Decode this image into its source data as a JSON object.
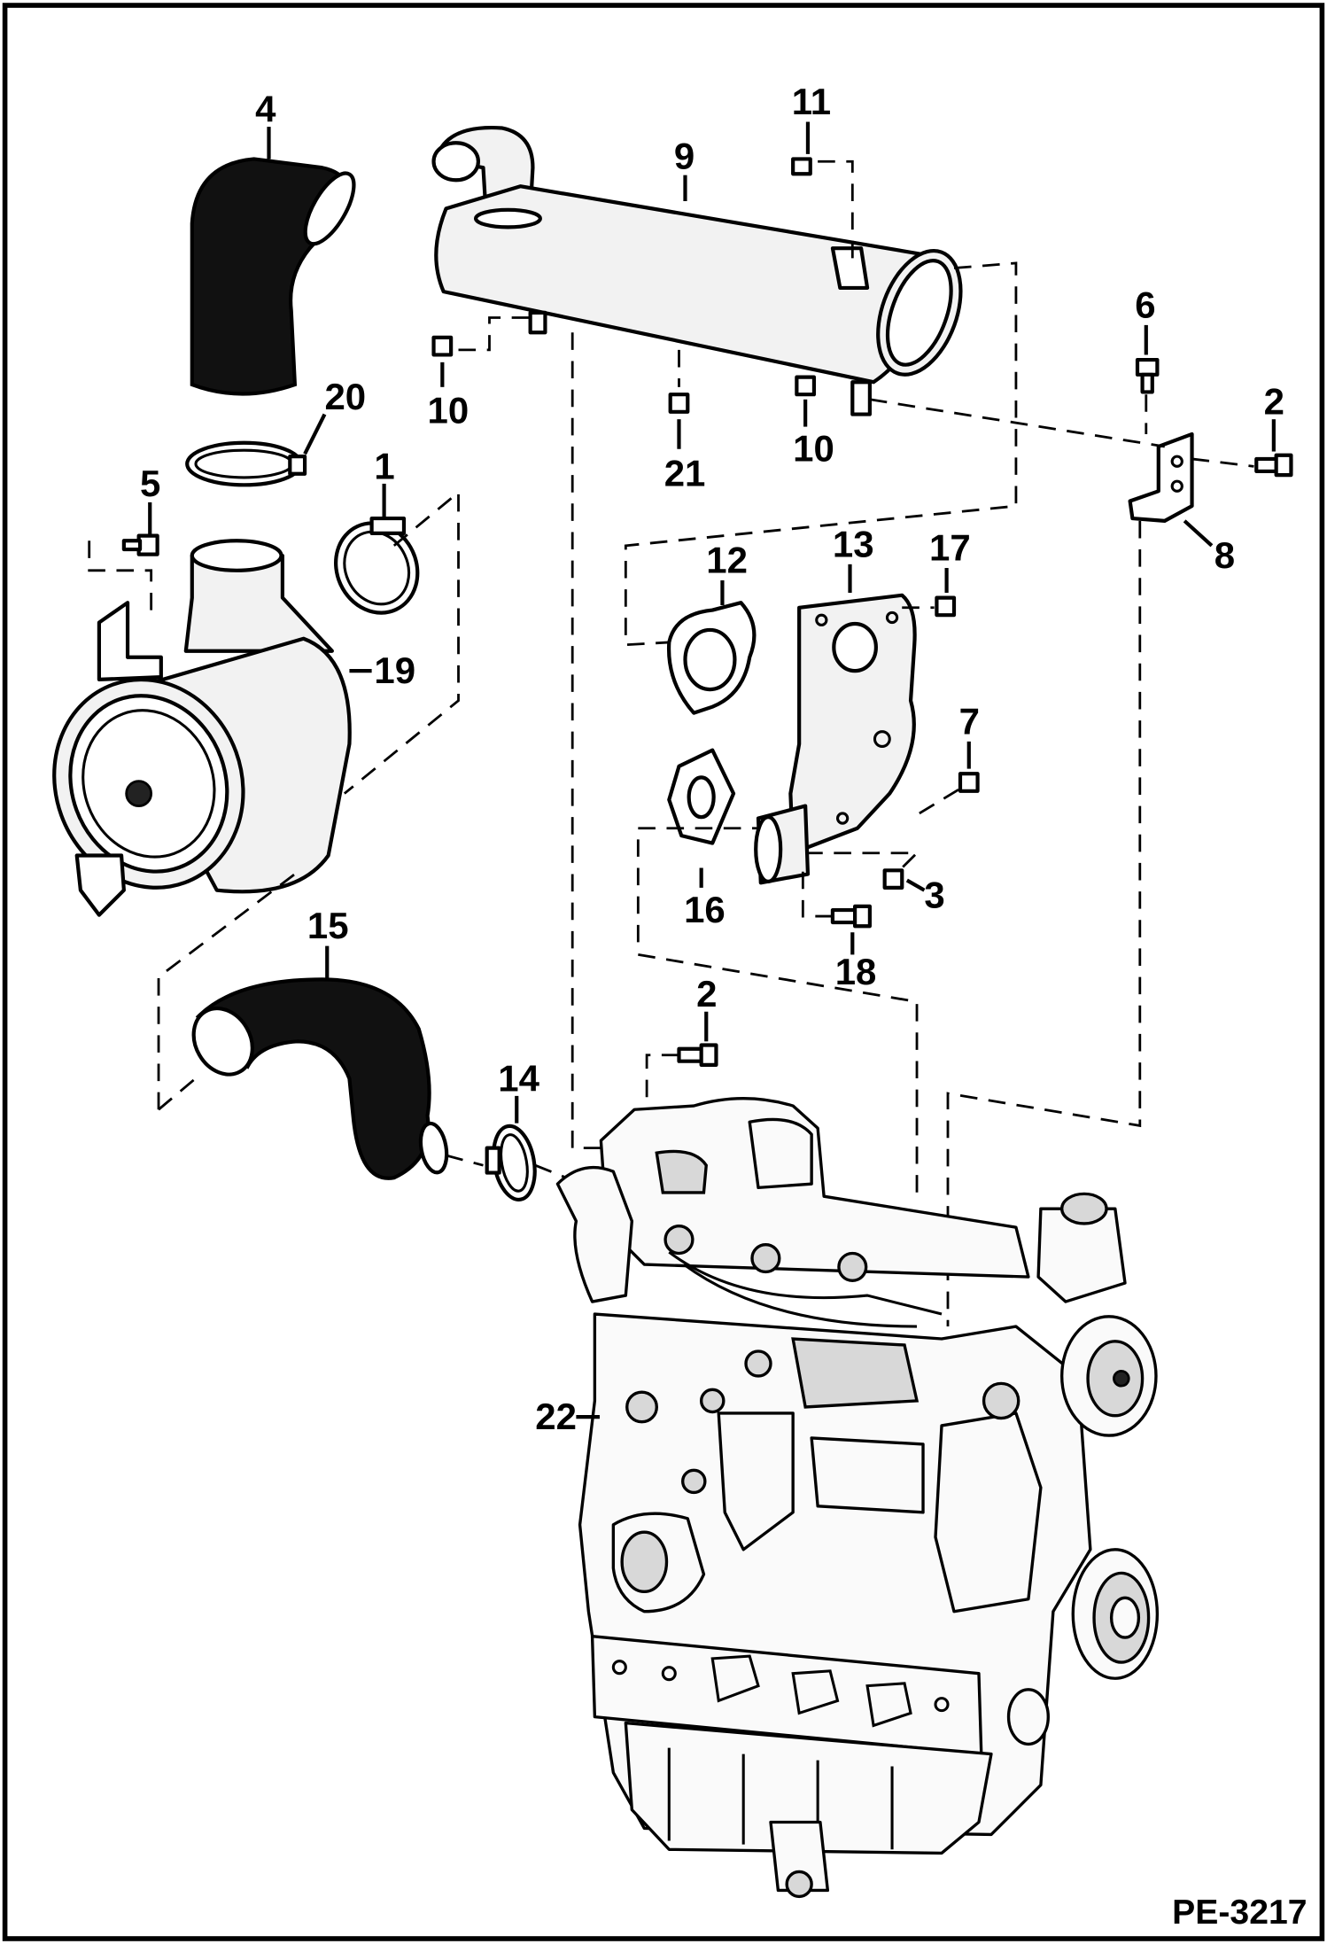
{
  "diagram": {
    "reference_code": "PE-3217",
    "callouts": {
      "c1": "1",
      "c2a": "2",
      "c2b": "2",
      "c3": "3",
      "c4": "4",
      "c5": "5",
      "c6": "6",
      "c7": "7",
      "c8": "8",
      "c9": "9",
      "c10a": "10",
      "c10b": "10",
      "c11": "11",
      "c12": "12",
      "c13": "13",
      "c14": "14",
      "c15": "15",
      "c16": "16",
      "c17": "17",
      "c18": "18",
      "c19": "19",
      "c20": "20",
      "c21": "21",
      "c22": "22"
    }
  }
}
